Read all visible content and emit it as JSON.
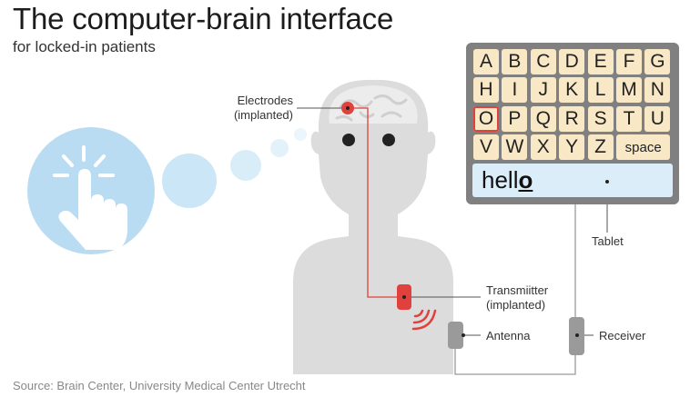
{
  "title": "The computer-brain interface",
  "subtitle": "for locked-in patients",
  "source": "Source: Brain Center, University Medical Center Utrecht",
  "labels": {
    "electrodes": "Electrodes\n(implanted)",
    "transmitter": "Transmiitter\n(implanted)",
    "antenna": "Antenna",
    "receiver": "Receiver",
    "tablet": "Tablet"
  },
  "keyboard": {
    "rows": [
      [
        "A",
        "B",
        "C",
        "D",
        "E",
        "F",
        "G"
      ],
      [
        "H",
        "I",
        "J",
        "K",
        "L",
        "M",
        "N"
      ],
      [
        "O",
        "P",
        "Q",
        "R",
        "S",
        "T",
        "U"
      ],
      [
        "V",
        "W",
        "X",
        "Y",
        "Z",
        "space"
      ]
    ],
    "selected_key": "O"
  },
  "screen_text": {
    "typed": "hell",
    "cursor_char": "o"
  },
  "colors": {
    "accent_red": "#e0413c",
    "bubble_blue": "#b9dcf3",
    "key_fill": "#f8e8c6",
    "tablet_frame": "#808080",
    "body_gray": "#dcdcdc"
  }
}
